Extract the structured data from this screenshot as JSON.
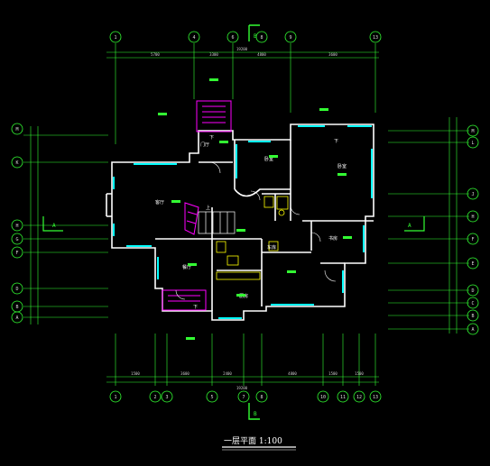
{
  "drawing": {
    "title": "一层平面 1:100",
    "section_marker": "B",
    "side_section_marker": "A"
  },
  "axis_top": [
    "1",
    "4",
    "6",
    "8",
    "9",
    "13"
  ],
  "axis_bottom": [
    "1",
    "2",
    "3",
    "5",
    "7",
    "8",
    "10",
    "11",
    "12",
    "13"
  ],
  "axis_left": [
    "M",
    "K",
    "H",
    "G",
    "F",
    "D",
    "B",
    "A"
  ],
  "axis_right": [
    "M",
    "L",
    "J",
    "H",
    "F",
    "E",
    "D",
    "C",
    "B",
    "A"
  ],
  "dims_top": [
    "5700",
    "3300",
    "4800",
    "3600"
  ],
  "dims_top_total": "19200",
  "dims_bottom": [
    "1500",
    "3600",
    "2400",
    "4800",
    "1500",
    "1500"
  ],
  "dims_bottom_total": "19200",
  "rooms": {
    "living": "客厅",
    "dining": "餐厅",
    "kitchen": "厨房",
    "bedroom_left": "卧室",
    "bedroom_right": "卧室",
    "study": "书房",
    "garage": "车库",
    "entry": "门厅",
    "stair_up": "上",
    "down1": "下",
    "down2": "下",
    "down3": "下"
  },
  "colors": {
    "wall": "#ffffff",
    "grid": "#33ff33",
    "window": "#00ffff",
    "accent": "#ff00ff",
    "background": "#000000"
  }
}
